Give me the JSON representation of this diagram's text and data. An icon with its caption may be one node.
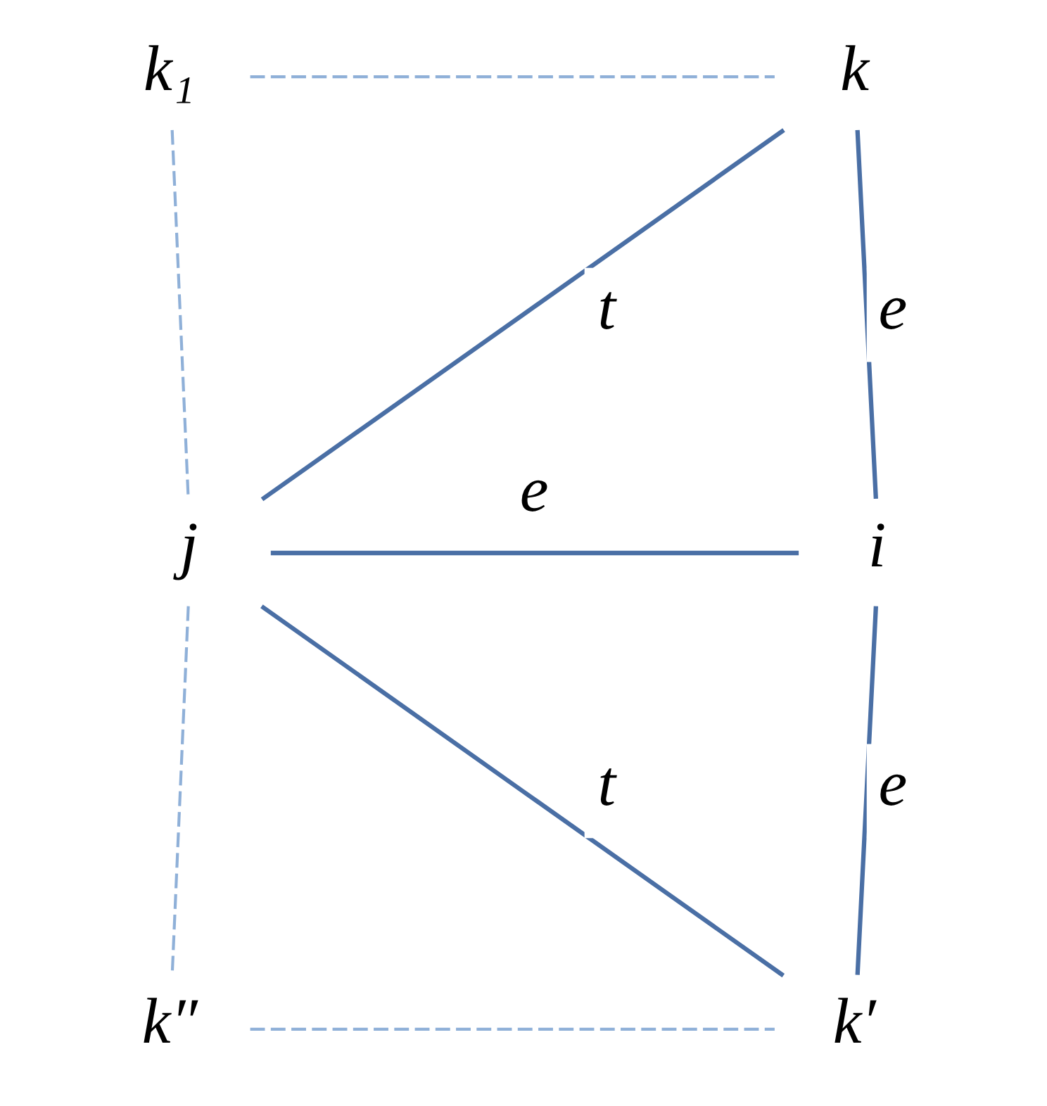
{
  "diagram": {
    "nodes": [
      {
        "text": [
          "k"
        ]
      },
      {
        "text": [
          "k₁"
        ]
      },
      {
        "text": [
          "j"
        ]
      },
      {
        "text": [
          "i"
        ]
      },
      {
        "text": [
          "k″"
        ]
      },
      {
        "text": [
          "k′"
        ]
      }
    ],
    "edges": [
      {
        "from": 0,
        "to": 2,
        "arrow": "none",
        "label": "t"
      },
      {
        "from": 0,
        "to": 3,
        "arrow": "none",
        "label": "e"
      },
      {
        "from": 2,
        "to": 3,
        "arrow": "none",
        "label": "e"
      },
      {
        "from": 2,
        "to": 5,
        "arrow": "none",
        "label": "t"
      },
      {
        "from": 3,
        "to": 5,
        "arrow": "none",
        "label": "e"
      },
      {
        "from": 1,
        "to": 0,
        "arrow": "none",
        "style": "dashed",
        "color": "#8fb0d8"
      },
      {
        "from": 1,
        "to": 2,
        "arrow": "none",
        "style": "dashed",
        "color": "#8fb0d8"
      },
      {
        "from": 2,
        "to": 4,
        "arrow": "none",
        "style": "dashed",
        "color": "#8fb0d8"
      },
      {
        "from": 4,
        "to": 5,
        "arrow": "none",
        "style": "dashed",
        "color": "#8fb0d8"
      }
    ]
  }
}
